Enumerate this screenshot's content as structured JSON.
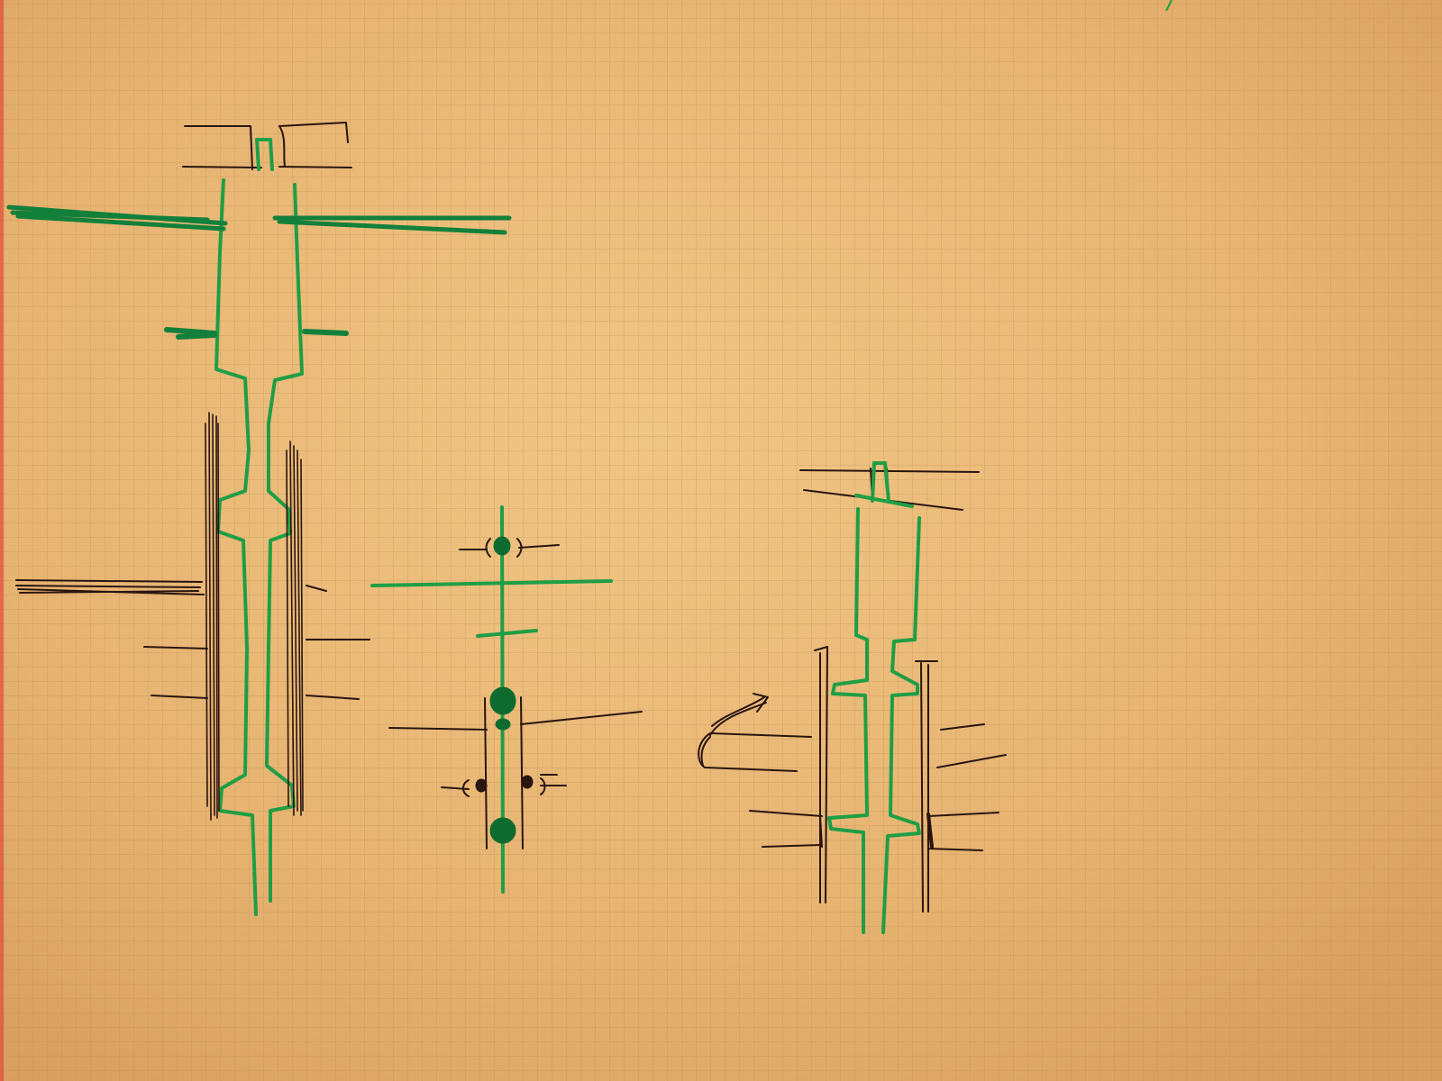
{
  "paper": {
    "background": "#e3ae6a",
    "highlight": "#efc382",
    "grid_line": "#c2915a",
    "red_margin": "#e24a3a"
  },
  "ink": {
    "green": "#1f9e45",
    "dark_green": "#0e6b30",
    "black": "#2a1510"
  },
  "sketches": [
    {
      "name": "shaft-assembly-left",
      "description_visible": false
    },
    {
      "name": "rod-with-nodes-center",
      "description_visible": false
    },
    {
      "name": "shaft-assembly-right",
      "description_visible": false
    }
  ]
}
